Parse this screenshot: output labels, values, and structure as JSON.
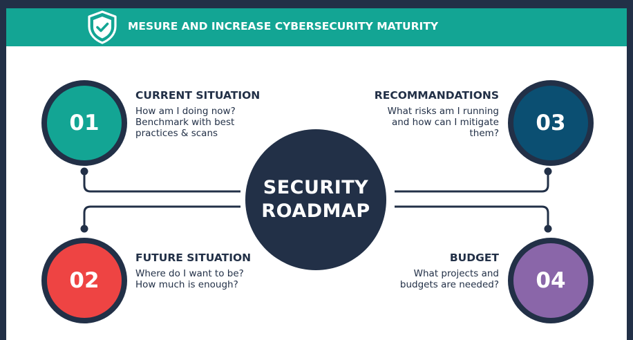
{
  "header": {
    "title": "MESURE AND INCREASE CYBERSECURITY MATURITY",
    "icon": "shield-check-icon"
  },
  "center": {
    "line1": "SECURITY",
    "line2": "ROADMAP"
  },
  "steps": [
    {
      "number": "01",
      "heading": "CURRENT SITUATION",
      "lines": [
        "How am I doing now?",
        "Benchmark with best",
        "practices & scans"
      ],
      "color": "#13a594"
    },
    {
      "number": "02",
      "heading": "FUTURE SITUATION",
      "lines": [
        "Where do I want to be?",
        "How much is enough?"
      ],
      "color": "#ee4443"
    },
    {
      "number": "03",
      "heading": "RECOMMANDATIONS",
      "lines": [
        "What risks am I running",
        "and how can I mitigate",
        "them?"
      ],
      "color": "#0b4f72"
    },
    {
      "number": "04",
      "heading": "BUDGET",
      "lines": [
        "What projects and",
        "budgets are needed?"
      ],
      "color": "#8a66a9"
    }
  ],
  "colors": {
    "navy": "#223047",
    "teal": "#13a594",
    "white": "#ffffff"
  }
}
